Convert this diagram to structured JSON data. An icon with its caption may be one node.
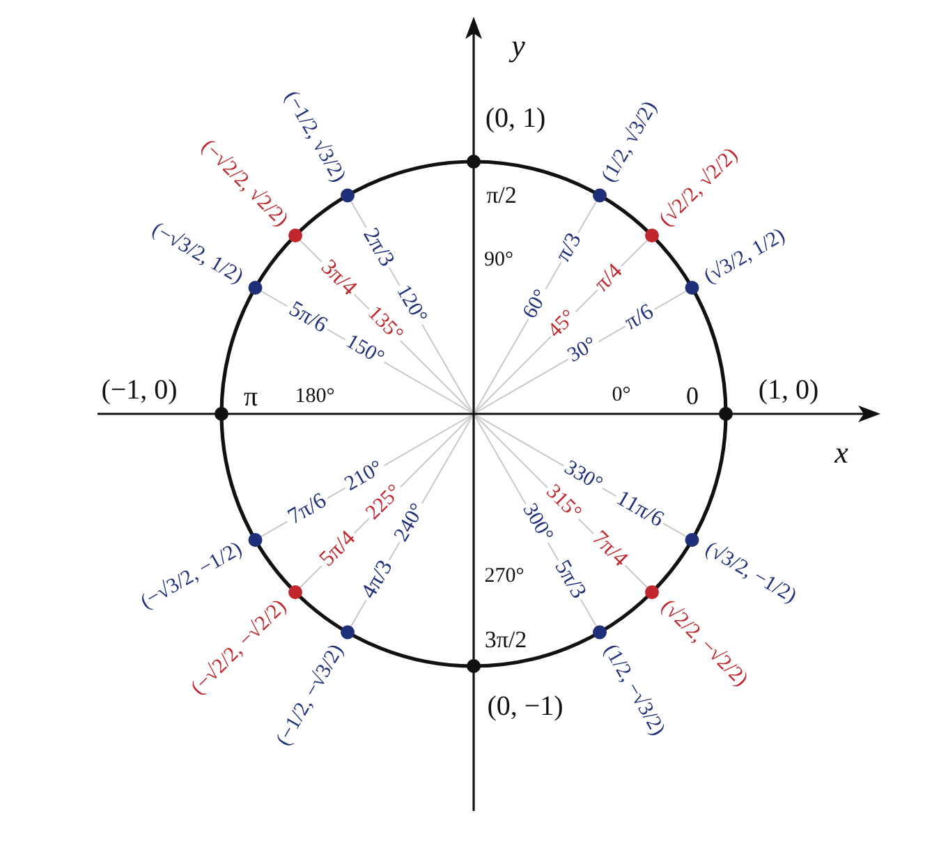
{
  "diagram": {
    "labels": [
      "y",
      "(0, 1)",
      "π/2",
      "90°",
      "x",
      "(1, 0)",
      "0",
      "0°",
      "(−1, 0)",
      "π",
      "180°",
      "(0, −1)",
      "3π/2",
      "270°",
      "(√3/2, 1/2)",
      "π/6",
      "30°",
      "(√2/2, √2/2)",
      "π/4",
      "45°",
      "(1/2, √3/2)",
      "π/3",
      "60°",
      "(−1/2, √3/2)",
      "2π/3",
      "120°",
      "(−√2/2, √2/2)",
      "3π/4",
      "135°",
      "(−√3/2, 1/2)",
      "5π/6",
      "150°",
      "(−√3/2, −1/2)",
      "7π/6",
      "210°",
      "(−√2/2, −√2/2)",
      "5π/4",
      "225°",
      "(−1/2, −√3/2)",
      "4π/3",
      "240°",
      "(1/2, −√3/2)",
      "5π/3",
      "300°",
      "(√2/2, −√2/2)",
      "7π/4",
      "315°",
      "(√3/2, −1/2)",
      "11π/6",
      "330°"
    ]
  }
}
